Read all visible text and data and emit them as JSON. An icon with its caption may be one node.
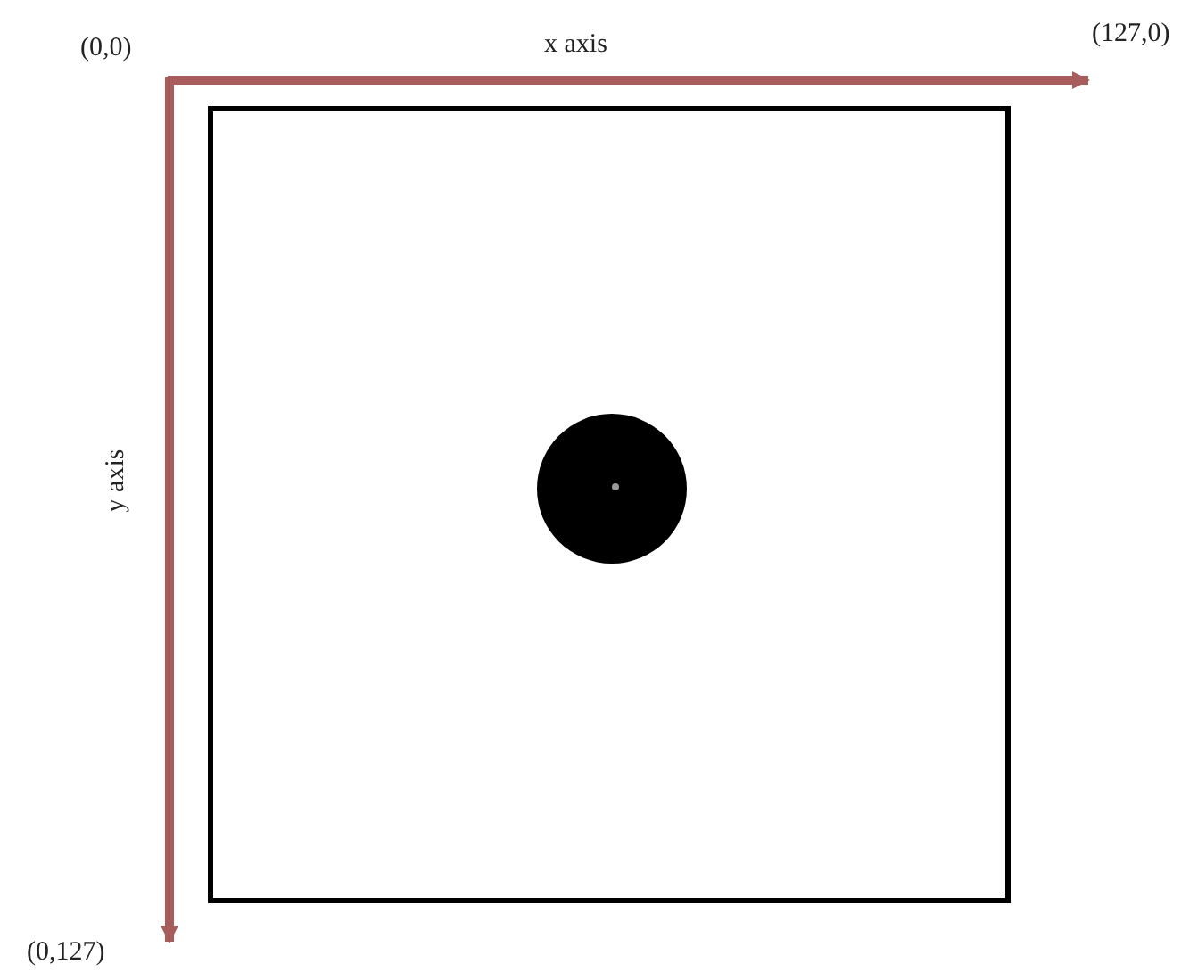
{
  "diagram": {
    "labels": [
      "(0,0)",
      "x axis",
      "(127,0)",
      "y axis",
      "(0,127)"
    ]
  }
}
